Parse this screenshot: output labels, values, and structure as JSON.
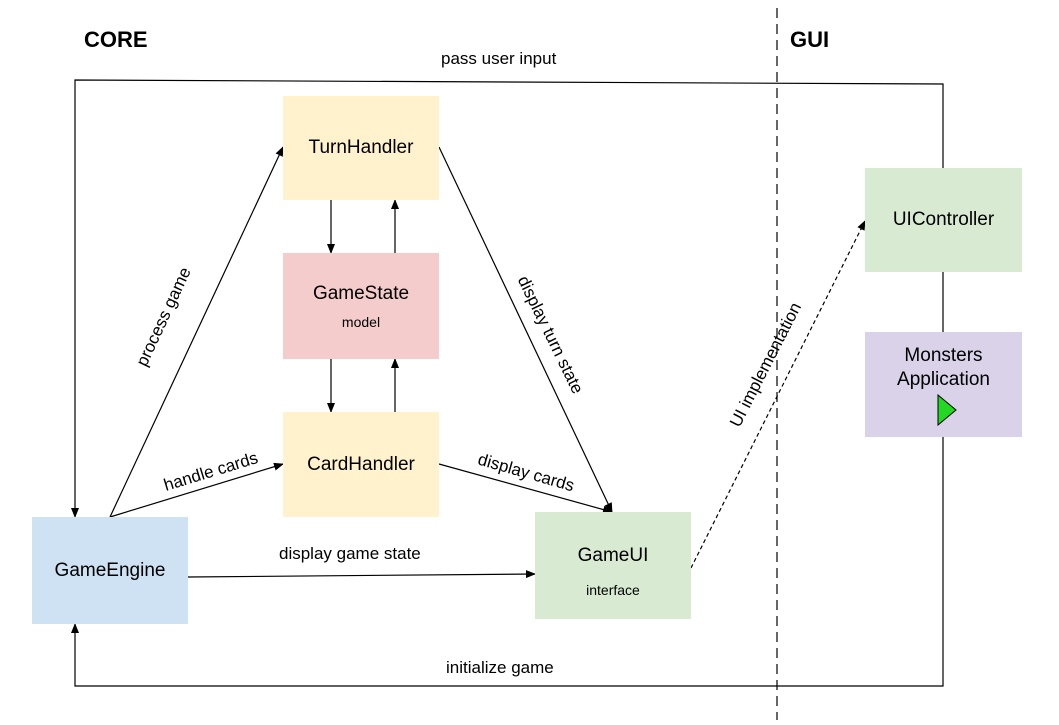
{
  "sections": {
    "core": "CORE",
    "gui": "GUI"
  },
  "nodes": {
    "turn_handler": {
      "label": "TurnHandler",
      "color": "#fff2cc"
    },
    "game_state": {
      "label": "GameState",
      "sublabel": "model",
      "color": "#f4cccc"
    },
    "card_handler": {
      "label": "CardHandler",
      "color": "#fff2cc"
    },
    "game_engine": {
      "label": "GameEngine",
      "color": "#cfe2f3"
    },
    "game_ui": {
      "label": "GameUI",
      "sublabel": "interface",
      "color": "#d9ead3"
    },
    "ui_controller": {
      "label": "UIController",
      "color": "#d9ead3"
    },
    "monsters_app": {
      "label": "Monsters Application",
      "color": "#d9d2e9",
      "icon": "play-icon",
      "icon_color": "#22d822"
    }
  },
  "edges": {
    "pass_user_input": "pass user input",
    "process_game": "process game",
    "display_turn_state": "display turn state",
    "handle_cards": "handle cards",
    "display_cards": "display cards",
    "display_game_state": "display game state",
    "ui_implementation": "UI implementation",
    "initialize_game": "initialize game"
  }
}
